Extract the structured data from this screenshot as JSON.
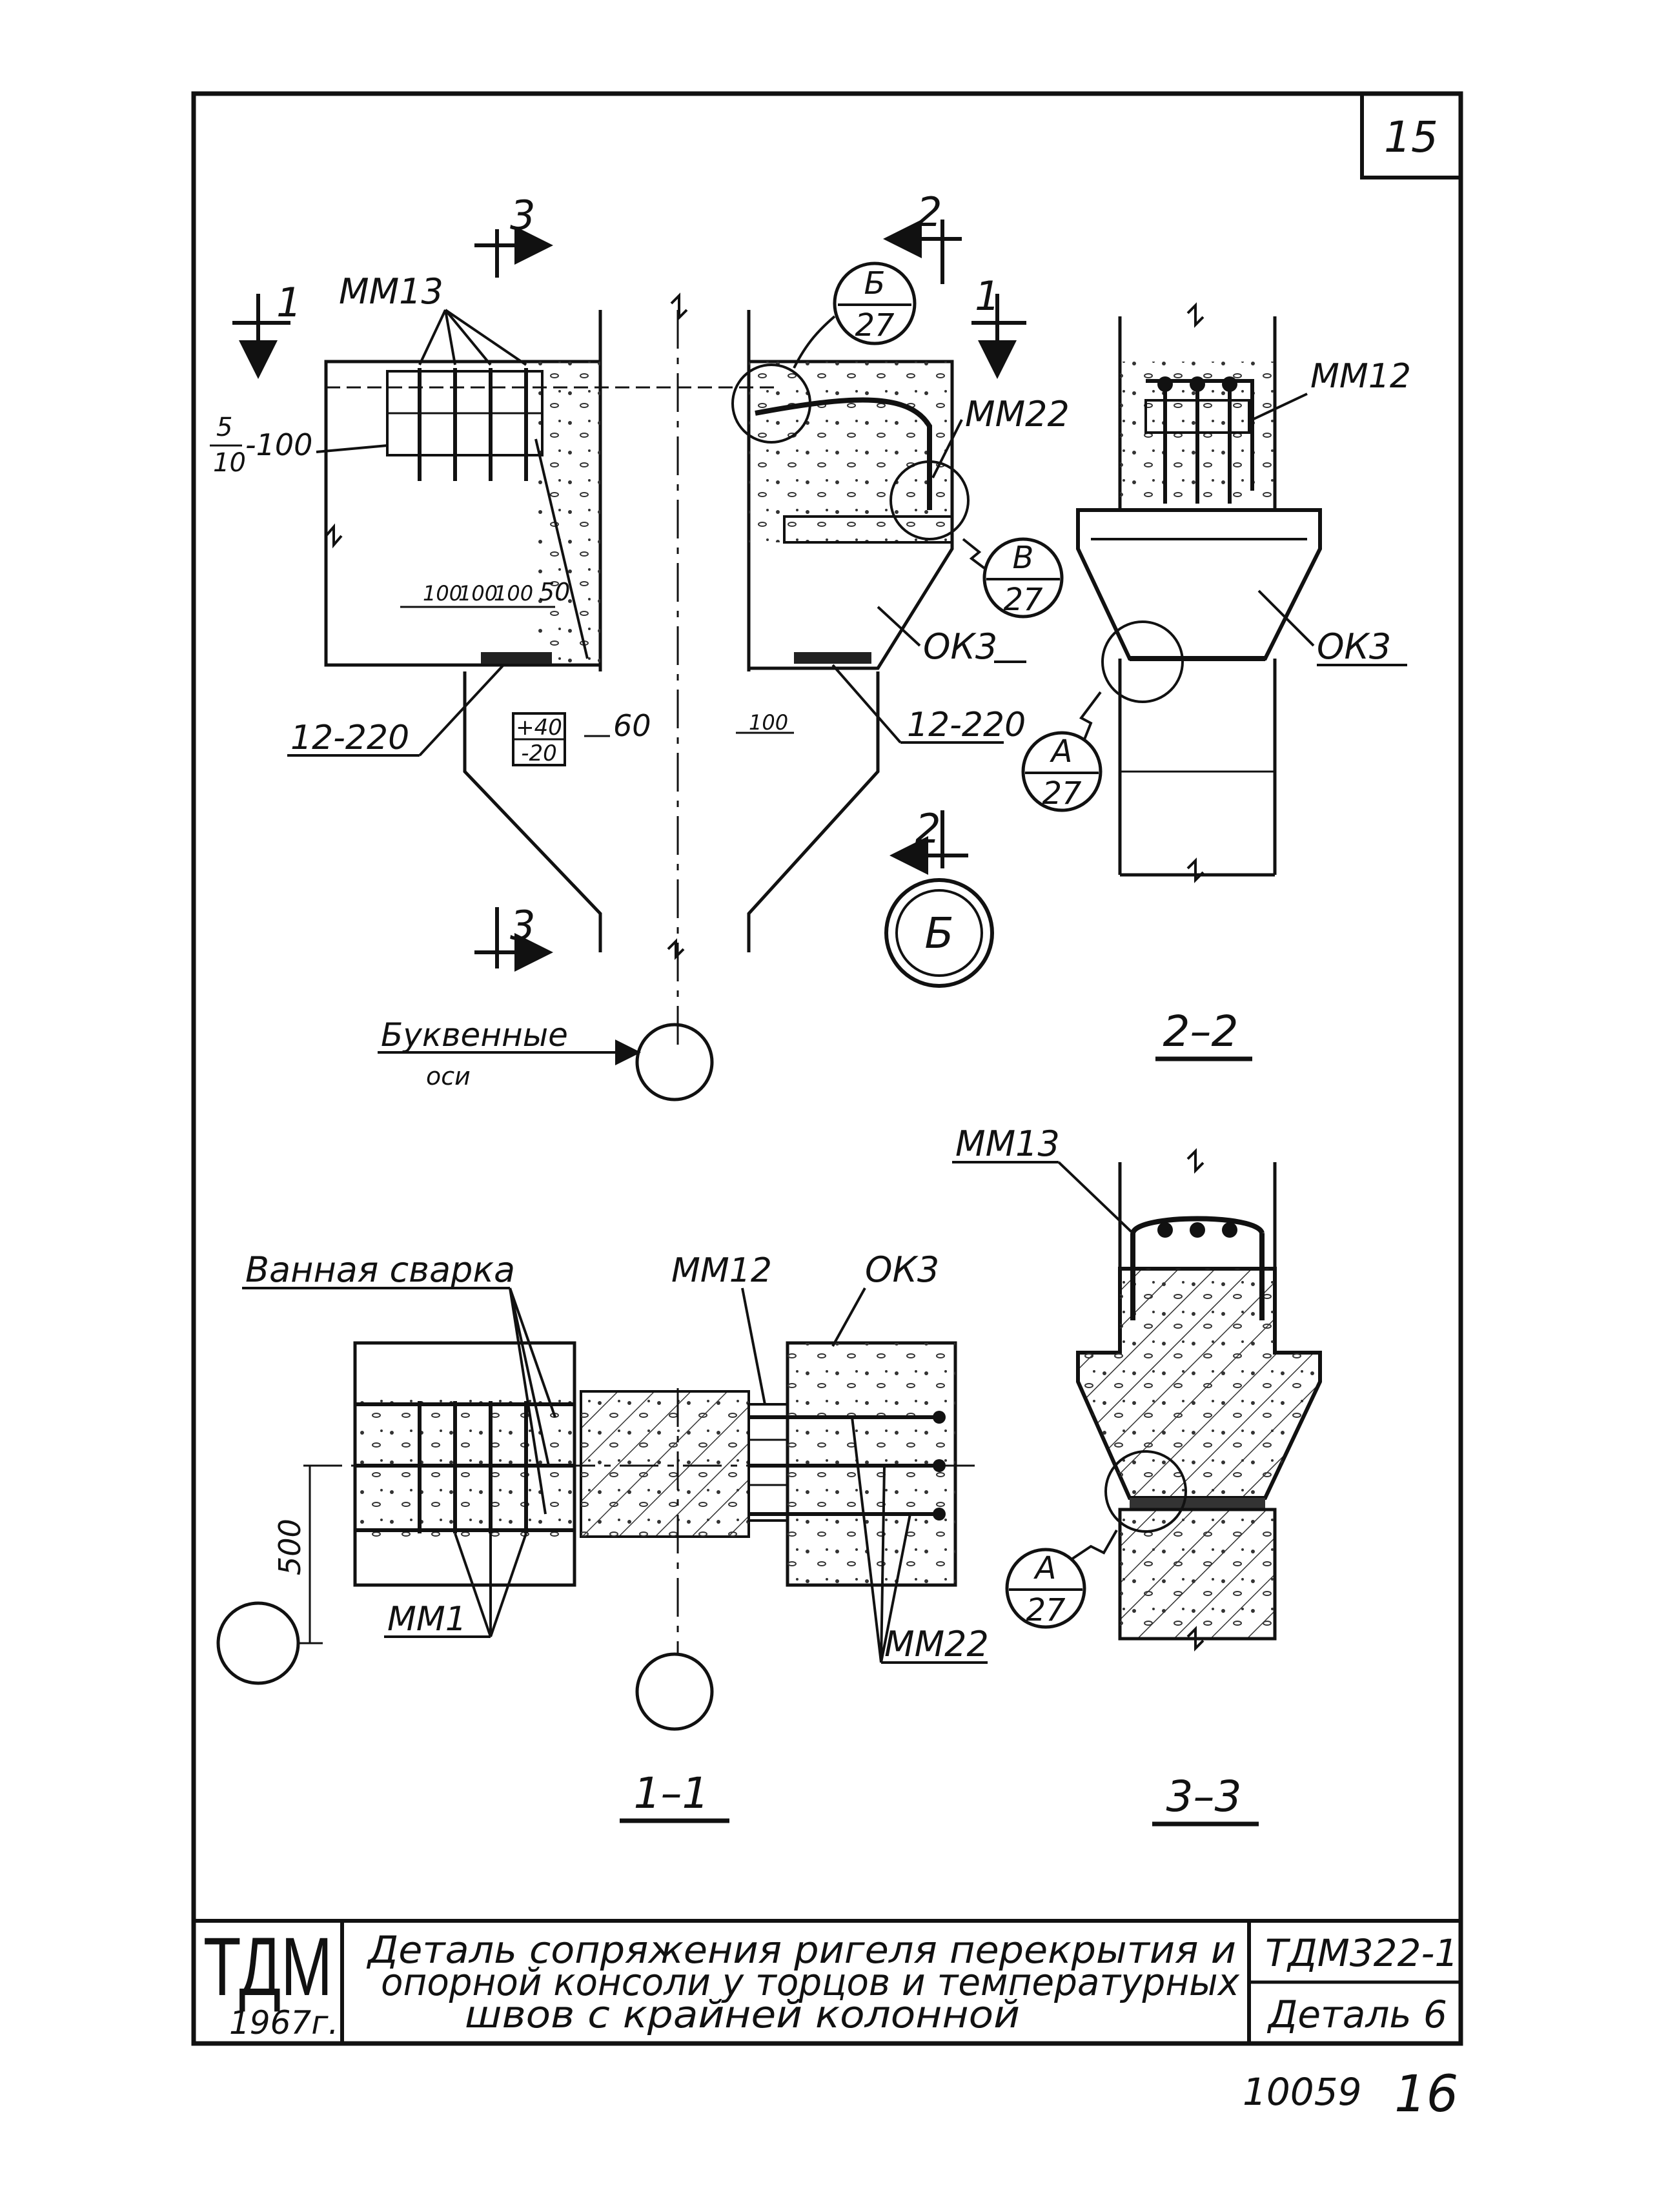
{
  "sheet": {
    "number": "15",
    "archive_number": "10059",
    "page_number": "16"
  },
  "sections": {
    "cut_3": "3",
    "cut_2": "2",
    "cut_1": "1",
    "view_2_2": "2–2",
    "view_1_1": "1–1",
    "view_3_3": "3–3"
  },
  "callouts": {
    "b27_letter": "Б",
    "b27_sheet": "27",
    "v27_letter": "В",
    "v27_sheet": "27",
    "a27_letter": "А",
    "a27_sheet": "27",
    "a27b_letter": "А",
    "a27b_sheet": "27",
    "detail_b": "Б"
  },
  "labels": {
    "mm13": "ММ13",
    "mm13_b": "ММ13",
    "mm22": "ММ22",
    "mm22_b": "ММ22",
    "mm12": "ММ12",
    "mm12_b": "ММ12",
    "ok3": "ОК3",
    "ok3_b": "ОК3",
    "ok3_c": "ОК3",
    "weld_left": "12-220",
    "weld_right": "12-220",
    "spacing_num": "5",
    "spacing_den": "10",
    "spacing_val": "-100",
    "tol_plus": "+40",
    "tol_minus": "-20",
    "dim_60": "60",
    "dim_100_a": "100",
    "dim_100_b": "100",
    "dim_100_c": "100",
    "dim_50": "50",
    "dim_100_d": "100",
    "dim_500": "500",
    "letter_axes_1": "Буквенные",
    "letter_axes_2": "оси",
    "bath_weld": "Ванная сварка",
    "mm1": "ММ1"
  },
  "title_block": {
    "logo": "ТДМ",
    "year": "1967г.",
    "title_line1": "Деталь сопряжения ригеля перекрытия и",
    "title_line2": "опорной консоли у торцов и температурных",
    "title_line3": "швов с крайней колонной",
    "code": "ТДМ322-1",
    "detail": "Деталь 6"
  }
}
